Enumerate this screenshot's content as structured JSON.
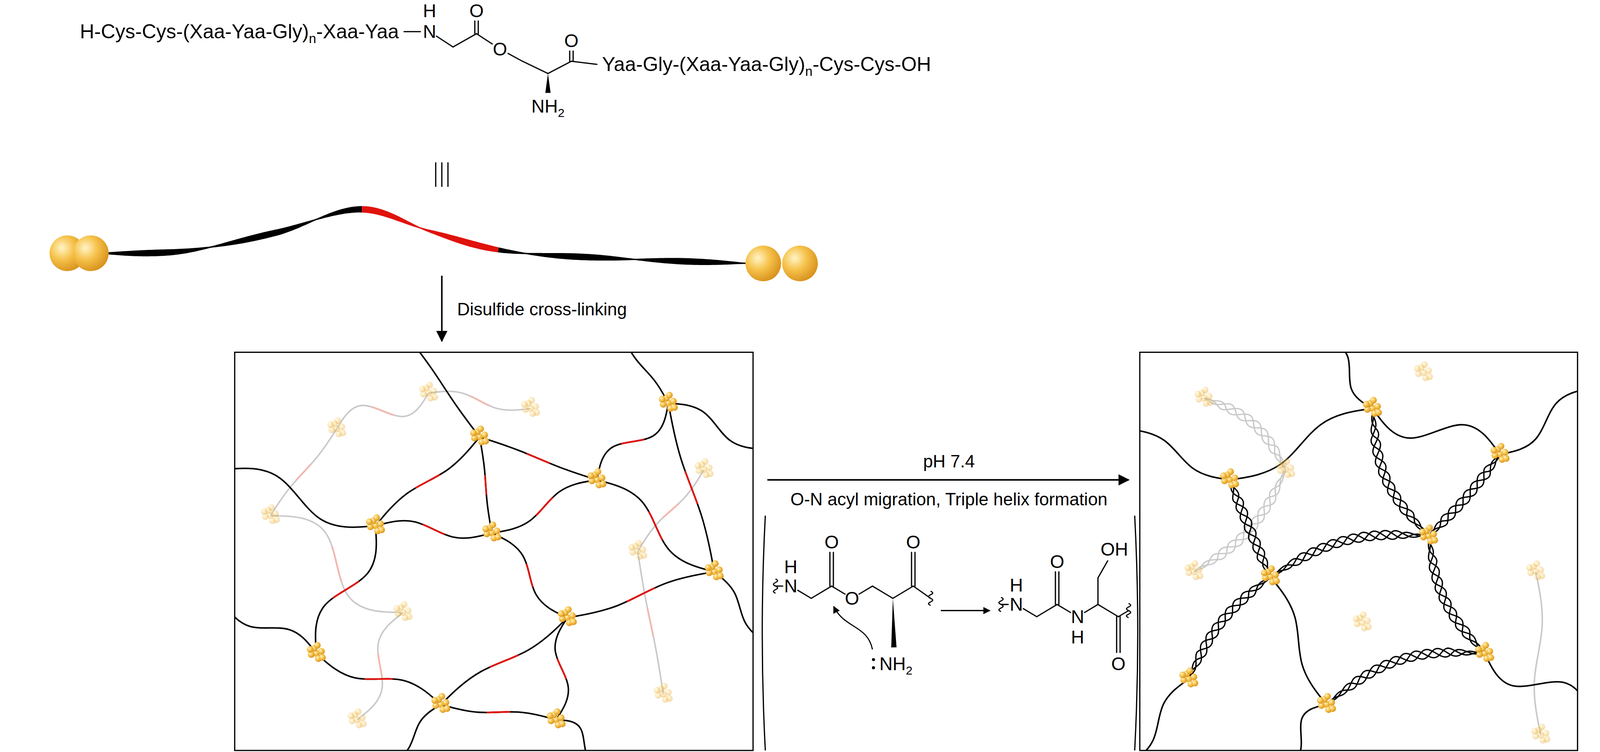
{
  "diagram": {
    "labels": [
      "H-Cys-Cys-(Xaa-Yaa-Gly)",
      "n",
      "-Xaa-Yaa",
      "H",
      "N",
      "O",
      "O",
      "NH",
      "2",
      "O",
      "Yaa-Gly-(Xaa-Yaa-Gly)",
      "n",
      "-Cys-Cys-OH",
      "Disulfide cross-linking",
      "pH 7.4",
      "O-N acyl migration, Triple helix formation",
      "H",
      "N",
      "O",
      "O",
      "NH",
      "2",
      "O",
      "N",
      "H",
      "O",
      "N",
      "H",
      "OH",
      "O"
    ]
  }
}
